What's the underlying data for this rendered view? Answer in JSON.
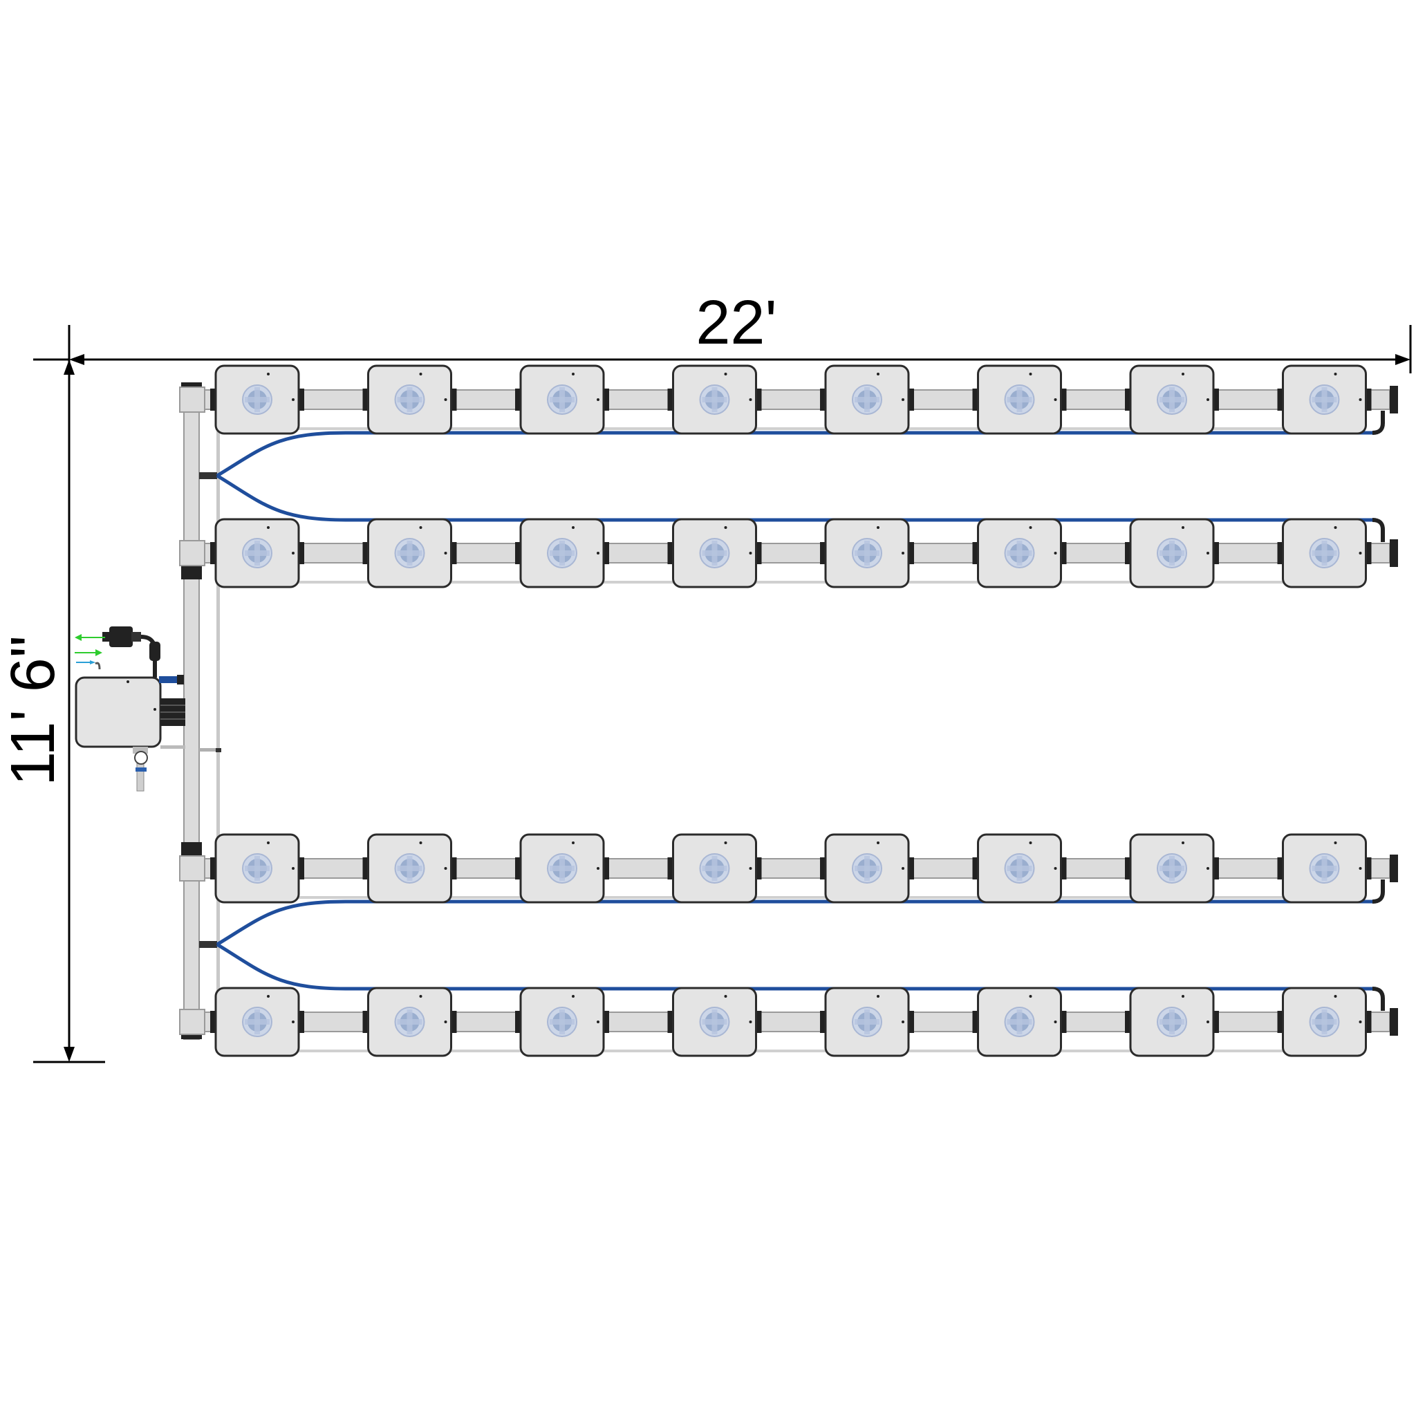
{
  "dimensions": {
    "width_label": "22'",
    "height_label": "11' 6\""
  },
  "layout": {
    "rows": 4,
    "modules_per_row": 8,
    "row_groups": 2
  },
  "colors": {
    "pipe": "#dcdcdc",
    "pipe_outline": "#9a9a9a",
    "module_fill": "#e4e4e4",
    "module_outline": "#2b2b2b",
    "hose": "#1f4e9c",
    "fitting": "#222222",
    "lid": "#9aaecf",
    "arrow_green": "#2ecc2e",
    "arrow_blue": "#2a9fd6"
  },
  "icons": {
    "module": "grow-module-icon",
    "reservoir": "reservoir-icon",
    "pump": "pump-icon",
    "gauge": "pressure-gauge-icon"
  }
}
